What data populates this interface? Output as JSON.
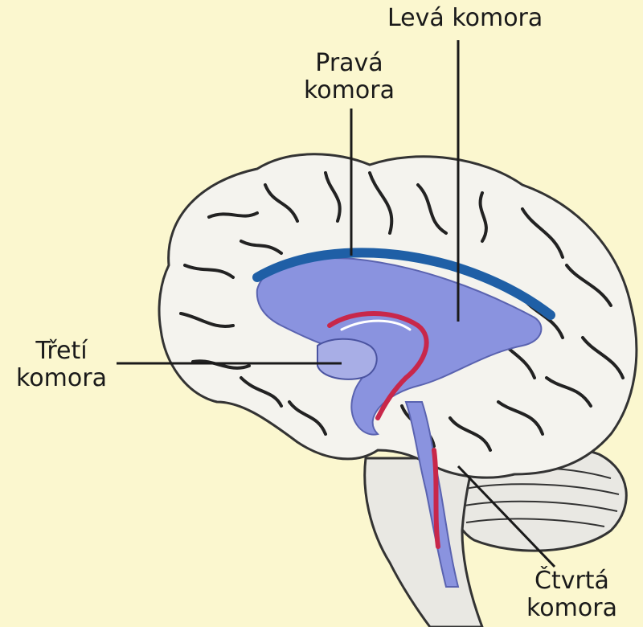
{
  "labels": {
    "leva": {
      "line1": "Levá komora"
    },
    "prava": {
      "line1": "Pravá",
      "line2": "komora"
    },
    "treti": {
      "line1": "Třetí",
      "line2": "komora"
    },
    "ctvrta": {
      "line1": "Čtvrtá",
      "line2": "komora"
    }
  },
  "colors": {
    "background": "#fbf7cf",
    "brain": "#f4f3ee",
    "ventricle_fill": "#8a93df",
    "ventricle_edge": "#1f5fa6",
    "vessel": "#c8274a",
    "leader_line": "#1a1a1a"
  }
}
